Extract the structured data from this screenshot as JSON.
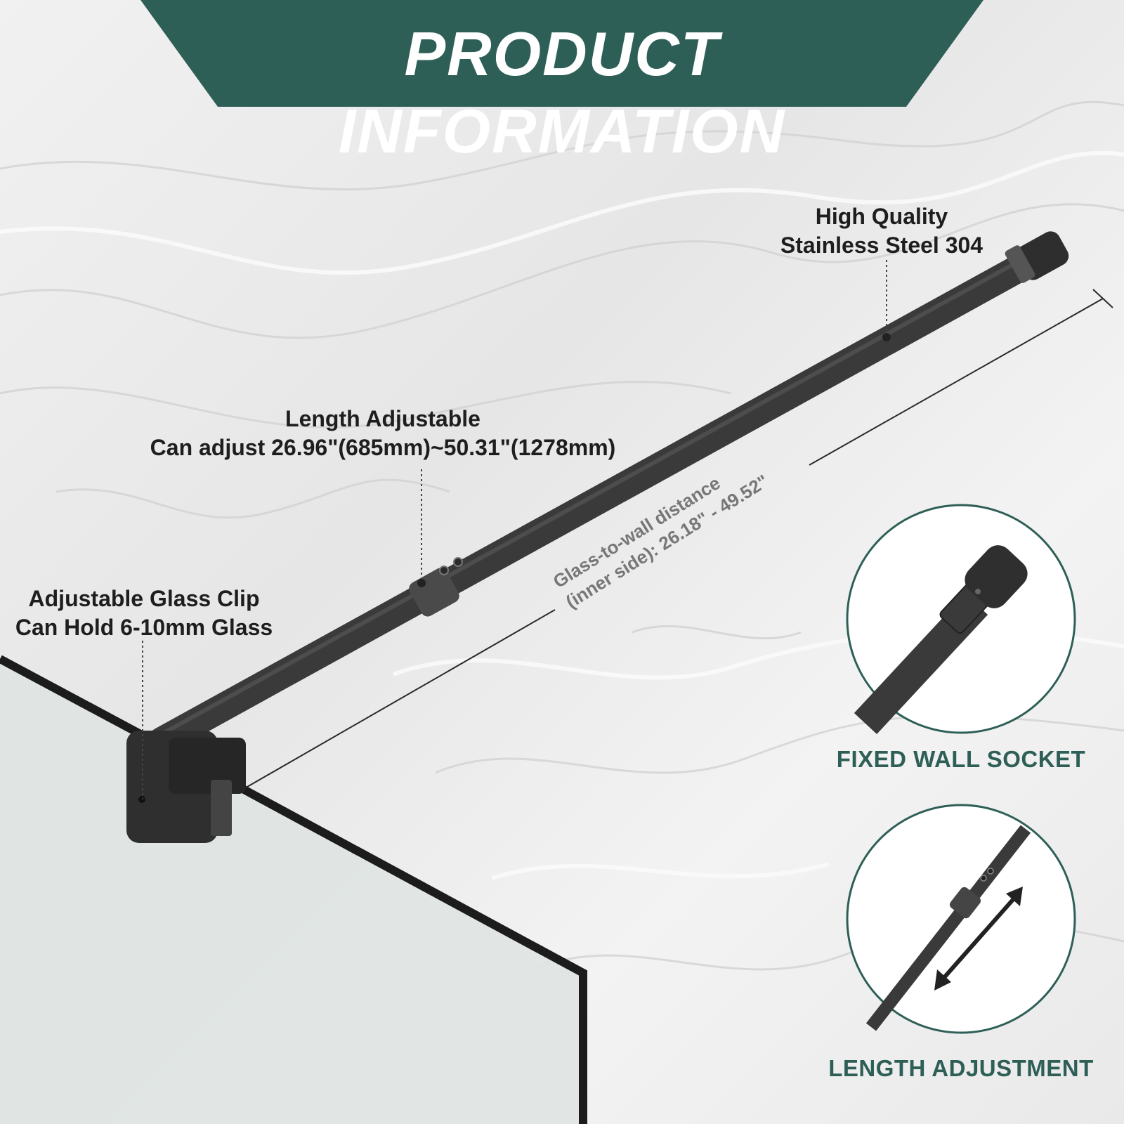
{
  "banner": {
    "title": "PRODUCT INFORMATION",
    "color": "#2e5f57"
  },
  "callouts": {
    "steel": {
      "line1": "High Quality",
      "line2": "Stainless Steel 304"
    },
    "length": {
      "line1": "Length Adjustable",
      "line2": "Can adjust 26.96\"(685mm)~50.31\"(1278mm)"
    },
    "clip": {
      "line1": "Adjustable Glass Clip",
      "line2": "Can Hold 6-10mm Glass"
    }
  },
  "distance": {
    "line1": "Glass-to-wall distance",
    "line2": "(inner side): 26.18\" - 49.52\""
  },
  "details": {
    "socket": {
      "caption": "FIXED WALL SOCKET"
    },
    "adjust": {
      "caption": "LENGTH ADJUSTMENT"
    }
  },
  "icons": [
    "support-bar-icon",
    "glass-panel-icon",
    "glass-clip-icon",
    "wall-socket-icon",
    "double-arrow-icon"
  ],
  "colors": {
    "brand": "#2e5f57",
    "bar": "#3a3a3a",
    "background": "#ececec",
    "glass": "#dfe4e3"
  }
}
